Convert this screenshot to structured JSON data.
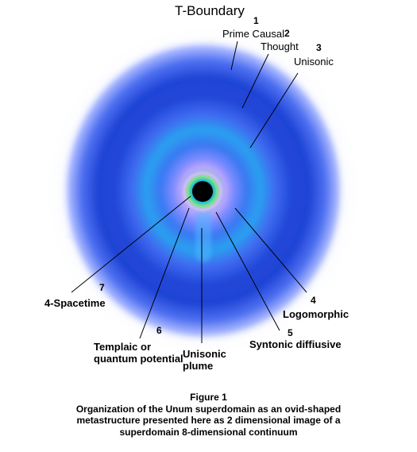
{
  "title": "T-Boundary",
  "labels": [
    {
      "id": "prime-causal",
      "number": "1",
      "text": "Prime Causal"
    },
    {
      "id": "thought",
      "number": "2",
      "text": "Thought"
    },
    {
      "id": "unisonic",
      "number": "3",
      "text": "Unisonic"
    },
    {
      "id": "logomorphic",
      "number": "4",
      "text": "Logomorphic"
    },
    {
      "id": "syntonic-diffusive",
      "number": "5",
      "text": "Syntonic diffiusive"
    },
    {
      "id": "templaic",
      "number": "6",
      "text": [
        "Templaic or",
        "quantum potential"
      ]
    },
    {
      "id": "spacetime",
      "number": "7",
      "text": "4-Spacetime"
    },
    {
      "id": "unisonic-plume",
      "text": [
        "Unisonic",
        "plume"
      ]
    }
  ],
  "caption": {
    "heading": "Figure 1",
    "lines": [
      "Organization of the Unum superdomain as an ovid-shaped",
      "metastructure presented here as 2 dimensional image of a",
      "superdomain 8-dimensional continuum"
    ]
  },
  "colors": {
    "outer_glow": "#c9d6ff",
    "blue": "#2f5cf0",
    "deep_blue": "#1e40d8",
    "violet": "#b7a8ff",
    "cyan": "#2cd3e8",
    "green": "#6fe08a",
    "core": "#000000",
    "leader_line": "#000000"
  }
}
